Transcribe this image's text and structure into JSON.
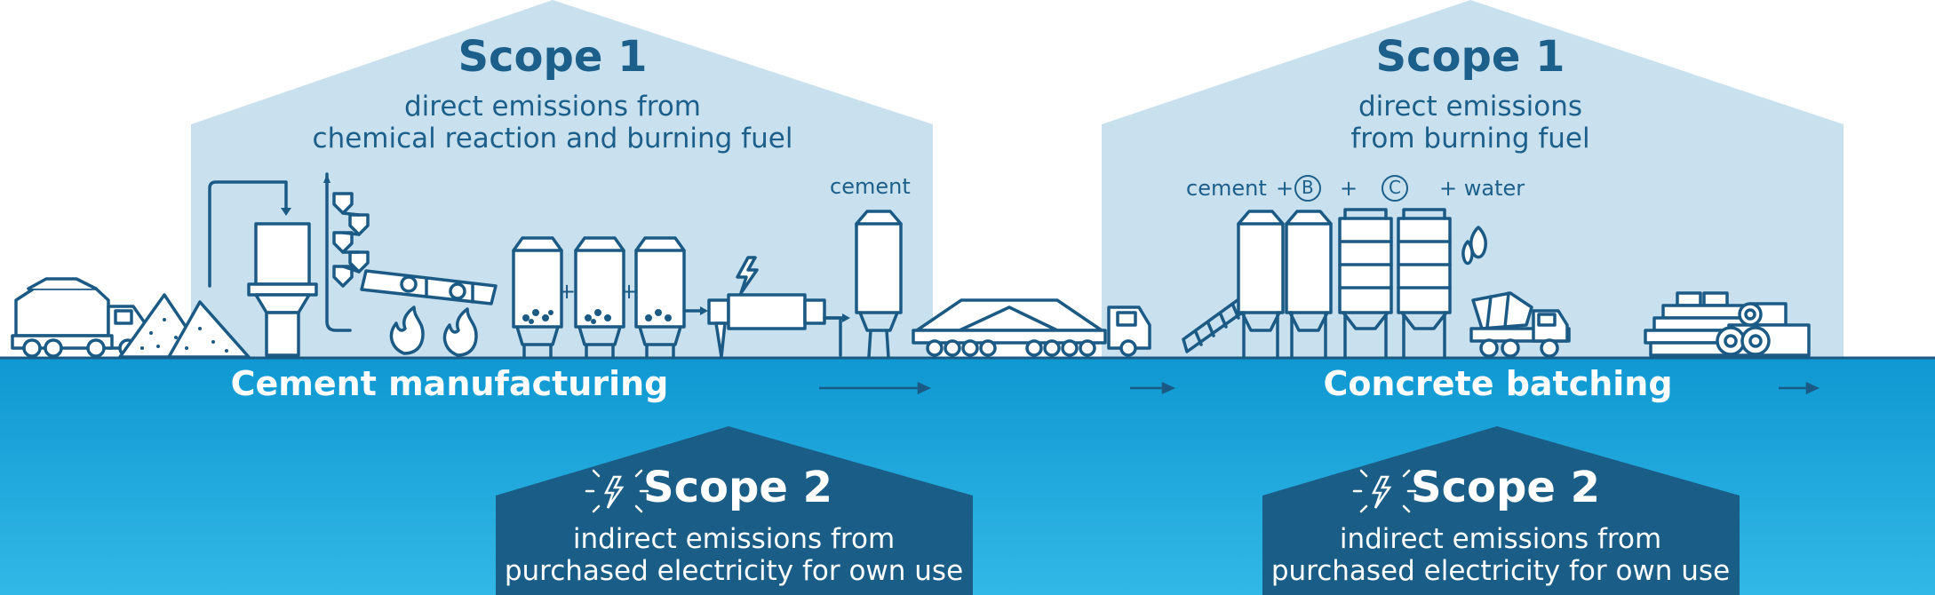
{
  "scope1_left": {
    "title": "Scope 1",
    "line1": "direct emissions from",
    "line2": "chemical reaction and burning fuel"
  },
  "scope1_right": {
    "title": "Scope 1",
    "line1": "direct emissions",
    "line2": "from burning fuel"
  },
  "scope2_left": {
    "title": "Scope 2",
    "line1": "indirect emissions from",
    "line2": "purchased electricity for own use"
  },
  "scope2_right": {
    "title": "Scope 2",
    "line1": "indirect emissions from",
    "line2": "purchased electricity for own use"
  },
  "stages": {
    "cement_manufacturing": "Cement manufacturing",
    "concrete_batching": "Concrete batching"
  },
  "labels": {
    "cement_product": "cement",
    "recipe_cement": "cement",
    "plus": "+",
    "ingredient_b": "B",
    "ingredient_c": "C",
    "recipe_water": "+ water"
  },
  "icons": [
    "dump-truck-icon",
    "aggregate-pile-icon",
    "preheater-tower-icon",
    "cyclone-preheater-icon",
    "rotary-kiln-icon",
    "flame-icon",
    "silo-icon",
    "lightning-icon",
    "cement-mill-icon",
    "cement-silo-icon",
    "trailer-truck-icon",
    "conveyor-icon",
    "water-drop-icon",
    "concrete-mixer-truck-icon",
    "precast-products-icon",
    "arrow-icon"
  ],
  "colors": {
    "scope1_house": "#c9e1ef",
    "band_water": "#1fa9dc",
    "scope2_house": "#1a5d86",
    "text_dark": "#1c5f8a",
    "line_dark": "#1b5a85"
  }
}
